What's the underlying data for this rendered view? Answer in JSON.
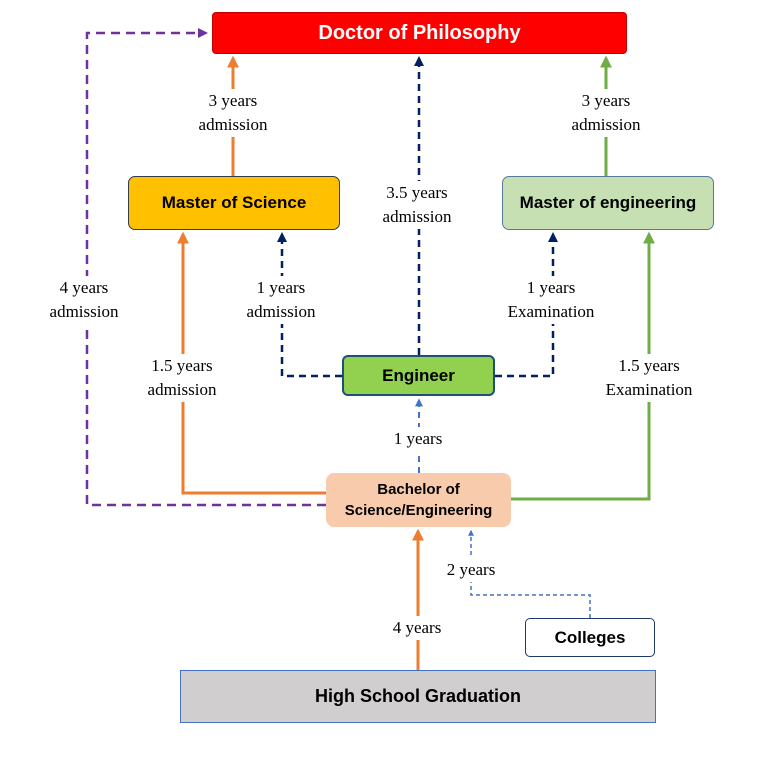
{
  "nodes": {
    "phd": "Doctor of Philosophy",
    "msc": "Master of Science",
    "meng": "Master of engineering",
    "engineer": "Engineer",
    "bachelor": [
      "Bachelor of",
      "Science/Engineering"
    ],
    "colleges": "Colleges",
    "highschool": "High School Graduation"
  },
  "edges": {
    "msc_to_phd": [
      "3 years",
      "admission"
    ],
    "eng_to_phd": [
      "3.5 years",
      "admission"
    ],
    "meng_to_phd": [
      "3 years",
      "admission"
    ],
    "bach_to_phd": [
      "4 years",
      "admission"
    ],
    "eng_to_msc": [
      "1 years",
      "admission"
    ],
    "eng_to_meng": [
      "1 years",
      "Examination"
    ],
    "bach_to_msc": [
      "1.5 years",
      "admission"
    ],
    "bach_to_meng": [
      "1.5 years",
      "Examination"
    ],
    "bach_to_eng": [
      "1 years"
    ],
    "coll_to_bach": [
      "2 years"
    ],
    "hs_to_bach": [
      "4 years"
    ]
  },
  "colors": {
    "orange": "#ed7d31",
    "green": "#70ad47",
    "navy": "#002060",
    "purple": "#7030a0",
    "blue": "#4472c4",
    "red": "#ff0000",
    "gold": "#ffc000",
    "light_green": "#c6e0b4",
    "lime": "#92d050",
    "peach": "#f8cbad",
    "gray": "#d0cece"
  }
}
